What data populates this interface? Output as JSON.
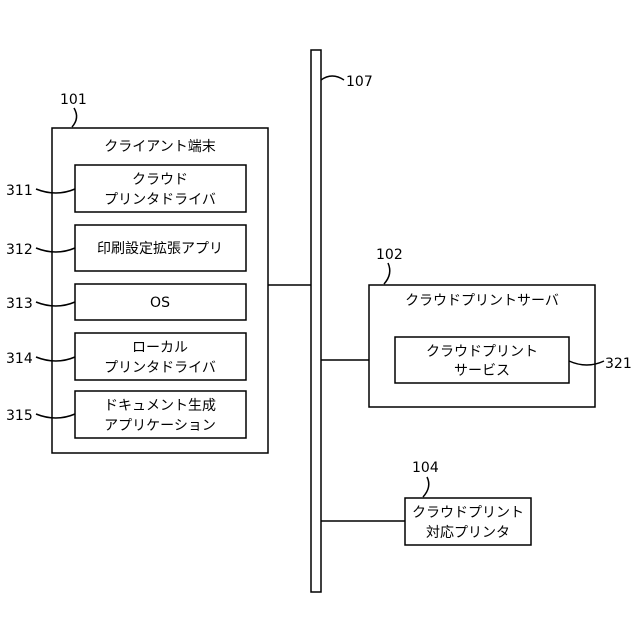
{
  "diagram": {
    "network_bus": {
      "ref": "107"
    },
    "client_terminal": {
      "ref": "101",
      "title": "クライアント端末",
      "modules": [
        {
          "ref": "311",
          "lines": [
            "クラウド",
            "プリンタドライバ"
          ]
        },
        {
          "ref": "312",
          "lines": [
            "印刷設定拡張アプリ"
          ]
        },
        {
          "ref": "313",
          "lines": [
            "OS"
          ]
        },
        {
          "ref": "314",
          "lines": [
            "ローカル",
            "プリンタドライバ"
          ]
        },
        {
          "ref": "315",
          "lines": [
            "ドキュメント生成",
            "アプリケーション"
          ]
        }
      ]
    },
    "cloud_print_server": {
      "ref": "102",
      "title": "クラウドプリントサーバ",
      "service": {
        "ref": "321",
        "lines": [
          "クラウドプリント",
          "サービス"
        ]
      }
    },
    "cloud_print_printer": {
      "ref": "104",
      "lines": [
        "クラウドプリント",
        "対応プリンタ"
      ]
    }
  }
}
